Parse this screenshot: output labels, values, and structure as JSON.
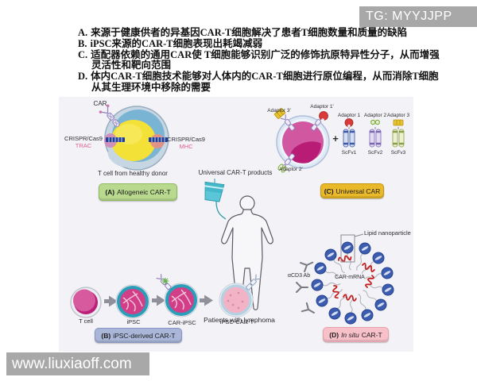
{
  "header": {
    "tg_watermark": "TG: MYYJJPP"
  },
  "footer": {
    "site_watermark": "www.liuxiaoff.com"
  },
  "question": {
    "options": [
      {
        "label": "A.",
        "line1": "来源于健康供者的异基因CAR-T细胞解决了患者T细胞数量和质量的缺陷",
        "line2": ""
      },
      {
        "label": "B.",
        "line1": "iPSC来源的CAR-T细胞表现出耗竭减弱",
        "line2": ""
      },
      {
        "label": "C.",
        "line1": "适配器依赖的通用CAR使 T细胞能够识别广泛的修饰抗原特异性分子，从而增强",
        "line2": "灵活性和靶向范围"
      },
      {
        "label": "D.",
        "line1": "体内CAR-T细胞技术能够对人体内的CAR-T细胞进行原位编程，从而消除T细胞",
        "line2": "从其生理环境中移除的需要"
      }
    ]
  },
  "diagram": {
    "panel_a": {
      "car": "CAR",
      "crispr_left": "CRISPR/Cas9",
      "crispr_left_target": "TRAC",
      "crispr_right": "CRISPR/Cas9",
      "crispr_right_target": "MHC",
      "caption": "T cell from healthy donor",
      "badge_prefix": "(A)",
      "badge_label": "Allogeneic CAR-T"
    },
    "panel_c": {
      "adaptor1_prime": "Adaptor 1′",
      "adaptor2_prime": "Adaptor 2′",
      "adaptor3_prime": "Adaptor 3′",
      "plus": "+",
      "adaptor1": "Adaptor 1",
      "adaptor2": "Adaptor 2",
      "adaptor3": "Adaptor 3",
      "scfv1": "ScFv1",
      "scfv2": "ScFv2",
      "scfv3": "ScFv3",
      "badge_prefix": "(C)",
      "badge_label": "Universal CAR"
    },
    "center": {
      "products": "Universal CAR-T products",
      "patients": "Patients with lymphoma"
    },
    "panel_b": {
      "stage1": "T cell",
      "stage2": "iPSC",
      "stage3": "CAR-iPSC",
      "stage4": "iPSC-CAR-T",
      "badge_prefix": "(B)",
      "badge_label": "iPSC-derived CAR-T"
    },
    "panel_d": {
      "lnp": "Lipid nanoparticle",
      "mrna": "CAR-mRNA",
      "antibody": "αCD3 Ab",
      "badge_prefix": "(D)",
      "badge_italic": "In situ",
      "badge_label": "CAR-T"
    }
  },
  "colors": {
    "watermark_bar": "#a8a8a8",
    "badge_a_bg": "#b9da8e",
    "badge_b_bg": "#aab6d8",
    "badge_c_bg": "#eab92a",
    "badge_d_bg": "#f8c0c9",
    "teal_ring": "#2a9eb8",
    "cell_pink": "#d1579c",
    "nucleus_yellow": "#f3e137",
    "nanoparticle_blue": "#3b5caf",
    "mrna_red": "#c41e1e"
  }
}
